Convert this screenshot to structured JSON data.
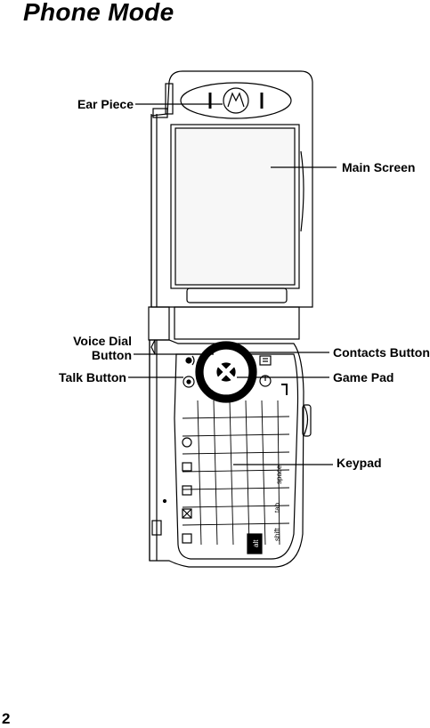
{
  "page": {
    "title": "Phone Mode",
    "page_number": "2"
  },
  "callouts": {
    "ear_piece": "Ear Piece",
    "main_screen": "Main Screen",
    "voice_dial_line1": "Voice Dial",
    "voice_dial_line2": "Button",
    "talk_button": "Talk Button",
    "contacts_button": "Contacts Button",
    "game_pad": "Game Pad",
    "keypad": "Keypad"
  },
  "keypad": {
    "rows": [
      [
        "alt",
        "shift"
      ],
      [
        "tab"
      ],
      [
        "space"
      ]
    ]
  },
  "colors": {
    "line": "#000000",
    "screen_fill": "#f7f7f7",
    "gamepad_fill": "#000000"
  }
}
